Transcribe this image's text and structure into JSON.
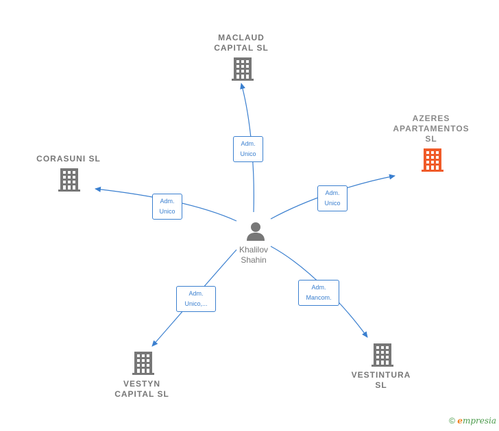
{
  "center": {
    "name": "Khalilov\nShahin"
  },
  "companies": {
    "maclaud": "MACLAUD\nCAPITAL  SL",
    "azeres": "AZERES\nAPARTAMENTOS\nSL",
    "corasuni": "CORASUNI  SL",
    "vestyn": "VESTYN\nCAPITAL  SL",
    "vestintura": "VESTINTURA\nSL"
  },
  "edges": {
    "maclaud": "Adm.\nUnico",
    "azeres": "Adm.\nUnico",
    "corasuni": "Adm.\nUnico",
    "vestyn": "Adm.\nUnico,...",
    "vestintura": "Adm.\nMancom."
  },
  "colors": {
    "edge": "#3a7fcf",
    "building": "#777777",
    "building_highlight": "#f05a28"
  },
  "footer": {
    "copyright": "©",
    "brand_e": "e",
    "brand_rest": "mpresia"
  }
}
